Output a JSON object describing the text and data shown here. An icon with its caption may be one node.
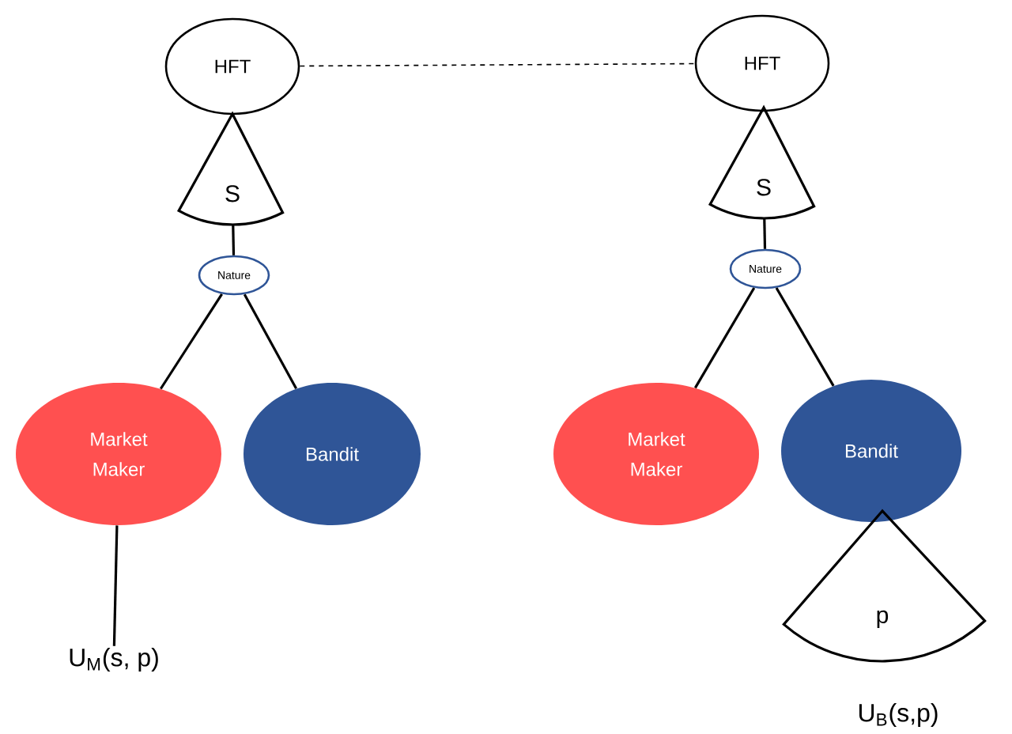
{
  "diagram": {
    "nodes": [
      {
        "text": [
          "HFT"
        ]
      },
      {
        "text": [
          "HFT"
        ]
      },
      {
        "text": [
          "S"
        ]
      },
      {
        "text": [
          "Nature"
        ]
      },
      {
        "text": [
          "Market Maker"
        ]
      },
      {
        "text": [
          "Bandit"
        ]
      },
      {
        "text": [
          "U$_{M}$(s, p)"
        ]
      },
      {
        "text": [
          "S"
        ]
      },
      {
        "text": [
          "Nature"
        ]
      },
      {
        "text": [
          "Market Maker"
        ]
      },
      {
        "text": [
          "Bandit"
        ]
      },
      {
        "text": [
          "p"
        ],
        "beside": [
          "U$_{B}$(s,p)"
        ]
      }
    ],
    "edges": [
      {
        "from": 0,
        "to": 1,
        "arrow": "none",
        "style": "dashed"
      },
      {
        "from": 2,
        "to": 3,
        "arrow": "none"
      },
      {
        "from": 3,
        "to": 4,
        "arrow": "none"
      },
      {
        "from": 3,
        "to": 5,
        "arrow": "none"
      },
      {
        "from": 4,
        "to": 6,
        "arrow": "none"
      },
      {
        "from": 7,
        "to": 8,
        "arrow": "none"
      },
      {
        "from": 8,
        "to": 9,
        "arrow": "none"
      },
      {
        "from": 8,
        "to": 10,
        "arrow": "none"
      }
    ]
  }
}
